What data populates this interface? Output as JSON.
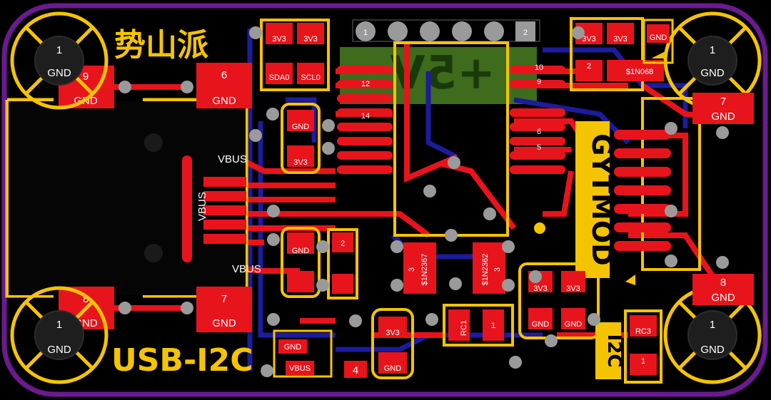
{
  "board": {
    "title_cn": "势山派",
    "title_en": "USB-I2C",
    "plane_label": "+5V",
    "chip_mark": "GYTMOD",
    "i2c_mark": "I2C",
    "colors": {
      "background": "#000000",
      "board_outline": "#6a1b8f",
      "copper_top": "#e8141b",
      "copper_bottom": "#1c1c9c",
      "silkscreen": "#f5c400",
      "plane": "#3e6b1c",
      "via": "#9a9a9a"
    }
  },
  "mounting_holes": {
    "number": "1",
    "label": "GND"
  },
  "usb_connector": {
    "vbus": "VBUS",
    "pads": {
      "p9": {
        "num": "9",
        "net": "GND"
      },
      "p6": {
        "num": "6",
        "net": "GND"
      },
      "p8": {
        "num": "8",
        "net": "GND"
      },
      "p7": {
        "num": "7",
        "net": "GND"
      }
    }
  },
  "right_pads": {
    "p7": {
      "num": "7",
      "net": "GND"
    },
    "p8": {
      "num": "8",
      "net": "GND"
    }
  },
  "header_pins": [
    "1",
    "",
    "",
    "",
    "",
    "2"
  ],
  "nets": {
    "v33": "3V3",
    "gnd": "GND",
    "sda": "SDA0",
    "scl": "SCL0",
    "n068": "$1N068",
    "n2367": "$1N2367",
    "n2362": "$1N2362",
    "rc1": "RC1",
    "rc3": "RC3"
  },
  "pin_numbers": {
    "p12": "12",
    "p14": "14",
    "p10": "10",
    "p9": "9",
    "p6": "6",
    "p5": "5",
    "p4": "4",
    "p1": "1",
    "p2": "2",
    "p3": "3"
  }
}
